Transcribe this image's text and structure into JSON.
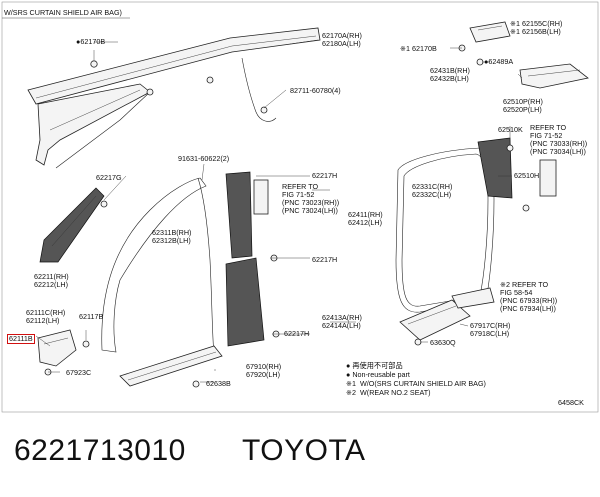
{
  "diagram": {
    "title": "W/SRS CURTAIN SHIELD AIR BAG)",
    "catalog_code": "6458CK",
    "highlight_color": "#d21010",
    "labels": {
      "p62170B_a": "●62170B",
      "p62170A": "62170A(RH)\n62180A(LH)",
      "p82711": "82711-60780(4)",
      "p62155C": "※1 62155C(RH)\n※1 62156B(LH)",
      "p62170B_b": "※1 62170B",
      "p62489A": "●62489A",
      "p62431B": "62431B(RH)\n62432B(LH)",
      "p62510P": "62510P(RH)\n62520P(LH)",
      "p62510K": "62510K",
      "ref71_52_b": "REFER TO\nFIG 71-52\n(PNC 73033(RH))\n(PNC 73034(LH))",
      "p62510H": "62510H",
      "p91631": "91631-60622(2)",
      "p62217G": "62217G",
      "p62217H_a": "62217H",
      "ref71_52_a": "REFER TO\nFIG 71-52\n(PNC 73023(RH))\n(PNC 73024(LH))",
      "p62331C": "62331C(RH)\n62332C(LH)",
      "p62311B": "62311B(RH)\n62312B(LH)",
      "p62411": "62411(RH)\n62412(LH)",
      "p62217H_b": "62217H",
      "p62211": "62211(RH)\n62212(LH)",
      "p62111C": "62111C(RH)\n62112(LH)",
      "p62117B": "62117B",
      "p62111B": "62111B",
      "p62413A": "62413A(RH)\n62414A(LH)",
      "p62217H_c": "62217H",
      "ref58_54": "※2 REFER TO\nFIG 58-54\n(PNC 67933(RH))\n(PNC 67934(LH))",
      "p67917C": "67917C(RH)\n67918C(LH)",
      "p63630Q": "63630Q",
      "p67923C": "67923C",
      "p67910": "67910(RH)\n67920(LH)",
      "p62638B": "62638B"
    },
    "legend": [
      "● 再使用不可部品",
      "● Non-reusable part",
      "※1  W/O(SRS CURTAIN SHIELD AIR BAG)",
      "※2  W(REAR NO.2 SEAT)"
    ]
  },
  "footer": {
    "part_number": "6221713010",
    "brand": "TOYOTA"
  }
}
